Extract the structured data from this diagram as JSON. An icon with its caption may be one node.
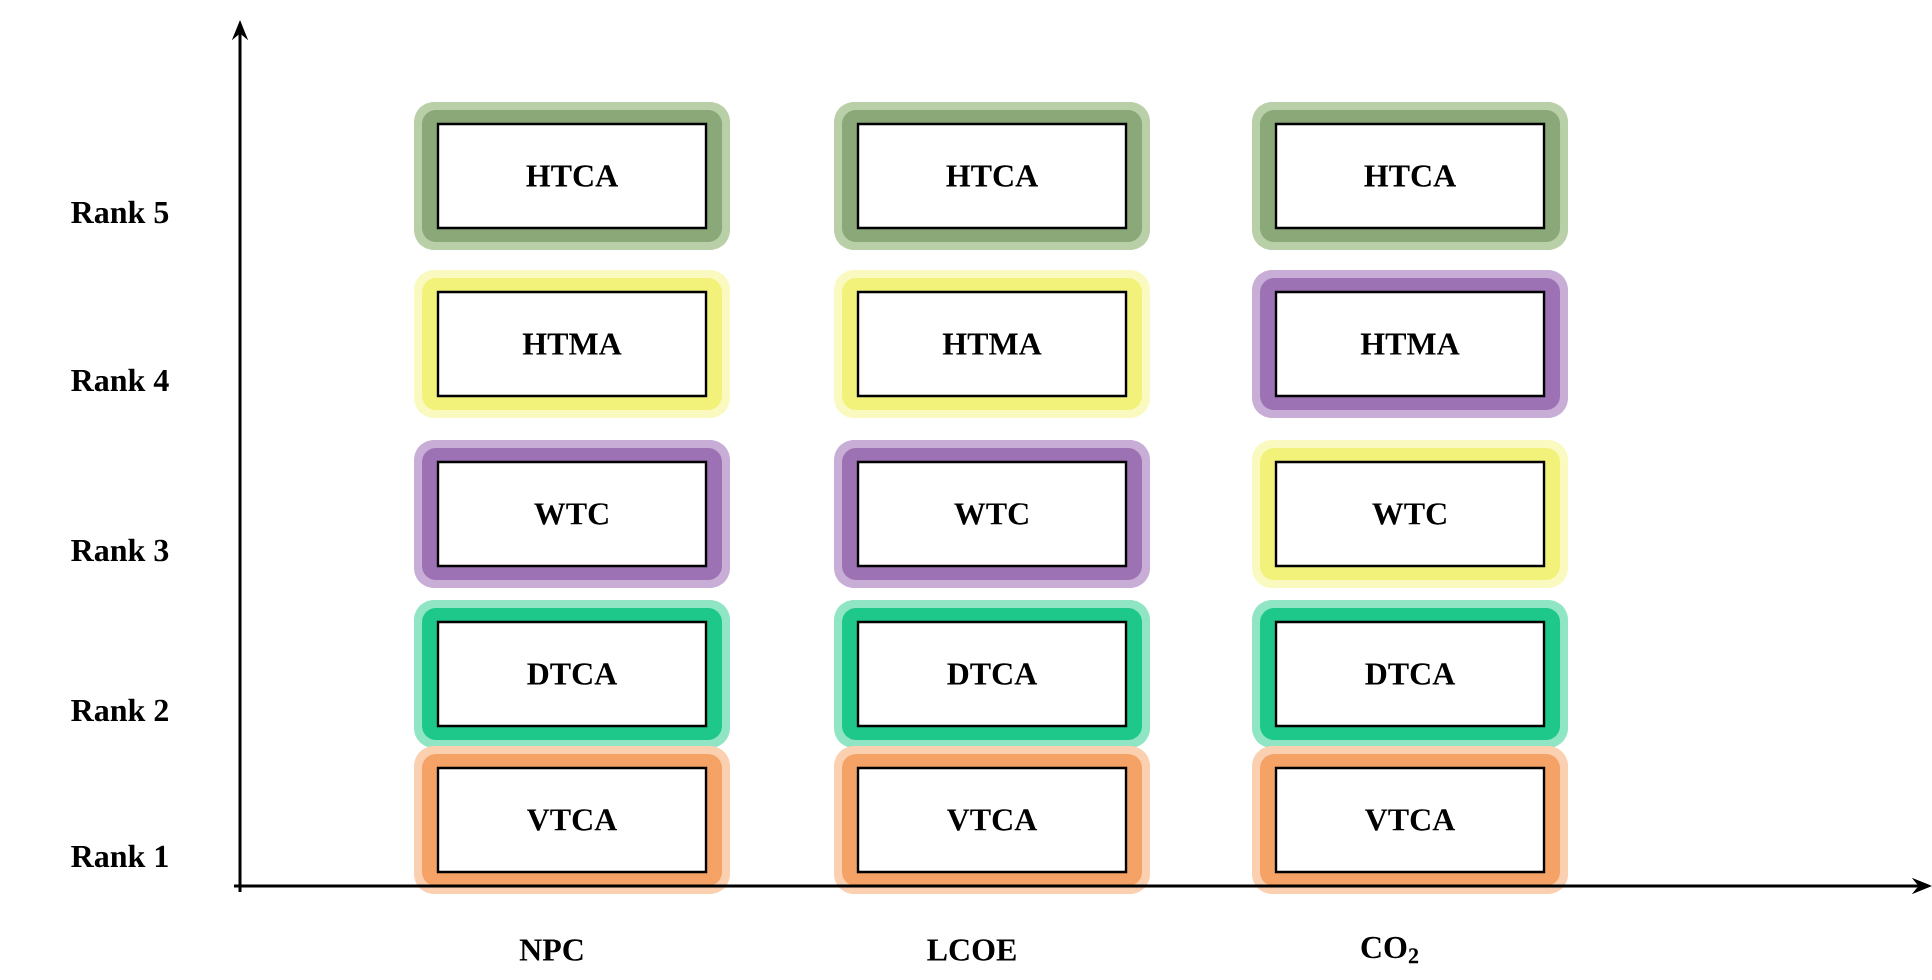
{
  "diagram": {
    "nodes": [
      {
        "text": [
          "HTCA"
        ]
      },
      {
        "text": [
          "HTCA"
        ]
      },
      {
        "text": [
          "HTCA"
        ]
      },
      {
        "text": [
          "HTMA"
        ]
      },
      {
        "text": [
          "HTMA"
        ]
      },
      {
        "text": [
          "HTMA"
        ]
      },
      {
        "text": [
          "WTC"
        ]
      },
      {
        "text": [
          "WTC"
        ]
      },
      {
        "text": [
          "WTC"
        ]
      },
      {
        "text": [
          "DTCA"
        ]
      },
      {
        "text": [
          "DTCA"
        ]
      },
      {
        "text": [
          "DTCA"
        ]
      },
      {
        "text": [
          "VTCA"
        ]
      },
      {
        "text": [
          "VTCA"
        ]
      },
      {
        "text": [
          "VTCA"
        ]
      }
    ],
    "labels": [
      "Rank 5",
      "Rank 4",
      "Rank 3",
      "Rank 2",
      "Rank 1",
      "NPC",
      "LCOE",
      "CO$_{2}$"
    ]
  }
}
